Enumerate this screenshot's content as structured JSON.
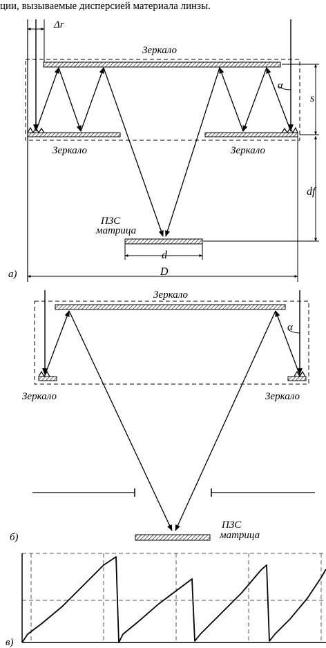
{
  "caption": "ции, вызываемые дисперсией материала линзы.",
  "labels": {
    "delta_r": "Δr",
    "mirror": "Зеркало",
    "alpha": "α",
    "s": "s",
    "df": "df",
    "ccd_line1": "ПЗС",
    "ccd_line2": "матрица",
    "d": "d",
    "D": "D",
    "panel_a": "а)",
    "panel_b": "б)",
    "panel_v": "в)"
  },
  "colors": {
    "ink": "#000000",
    "dash": "#555555"
  }
}
